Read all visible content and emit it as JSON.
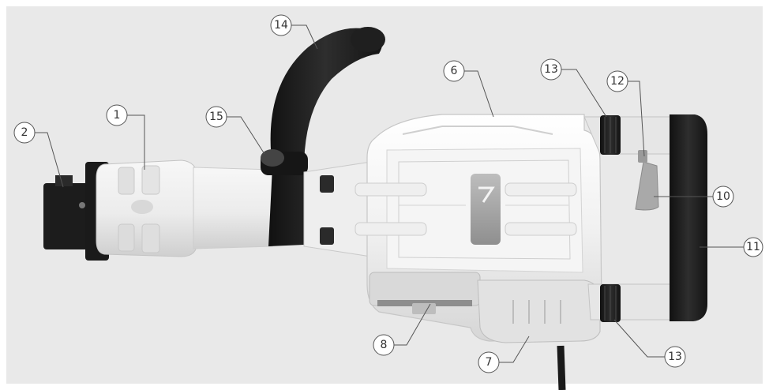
{
  "diagram": {
    "background": "#e9e9e9",
    "body_color": "#f2f2f2",
    "rubber_color": "#1e1e1e",
    "line_color": "#555555",
    "callouts": [
      {
        "id": "c1",
        "label": "1"
      },
      {
        "id": "c2",
        "label": "2"
      },
      {
        "id": "c6",
        "label": "6"
      },
      {
        "id": "c7",
        "label": "7"
      },
      {
        "id": "c8",
        "label": "8"
      },
      {
        "id": "c10",
        "label": "10"
      },
      {
        "id": "c11",
        "label": "11"
      },
      {
        "id": "c12",
        "label": "12"
      },
      {
        "id": "c13a",
        "label": "13"
      },
      {
        "id": "c13b",
        "label": "13"
      },
      {
        "id": "c14",
        "label": "14"
      },
      {
        "id": "c15",
        "label": "15"
      }
    ]
  }
}
